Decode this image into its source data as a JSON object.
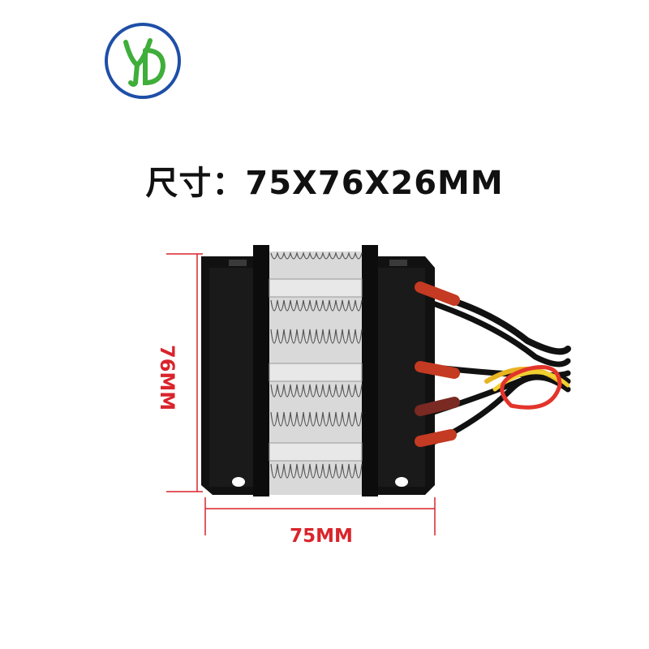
{
  "logo": {
    "letters": "YD",
    "ring_color": "#1e4fa8",
    "letter_color": "#3fae3a"
  },
  "title": "尺寸：75X76X26MM",
  "dimensions": {
    "height_label": "76MM",
    "width_label": "75MM",
    "color": "#d9242b"
  },
  "product": {
    "icon": "ptc-heater-element"
  }
}
